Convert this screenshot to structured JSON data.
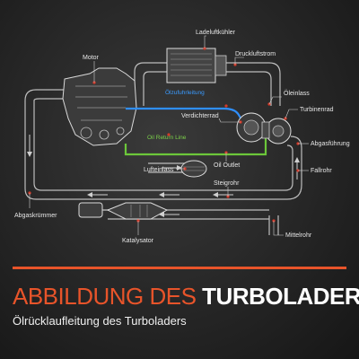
{
  "diagram": {
    "labels": {
      "ladeluftkuehler": "Ladeluftkühler",
      "motor": "Motor",
      "druckluftstrom": "Druckluftstrom",
      "oelzufuhrleitung": "Ölzufuhrleitung",
      "oeleinlass": "Öleinlass",
      "turbinenrad": "Turbinenrad",
      "verdichterrad": "Verdichterrad",
      "oil_return_line": "Oil Return Line",
      "abgasfuehrung": "Abgasführung",
      "lufteinlass": "Lufteinlass",
      "oil_outlet": "Oil Outlet",
      "fallrohr": "Fallrohr",
      "steigrohr": "Steigrohr",
      "abgaskruemmer": "Abgaskrümmer",
      "mittelrohr": "Mittelrohr",
      "katalysator": "Katalysator"
    },
    "colors": {
      "pipe": "#bfbfbf",
      "oil_supply": "#2f8fff",
      "oil_return": "#6cc73a",
      "marker": "#d43a2a",
      "accent": "#e8542a"
    }
  },
  "title": {
    "part1": "ABBILDUNG DES ",
    "part2": "TURBOLADERS",
    "subtitle": "Ölrücklaufleitung des Turboladers"
  }
}
